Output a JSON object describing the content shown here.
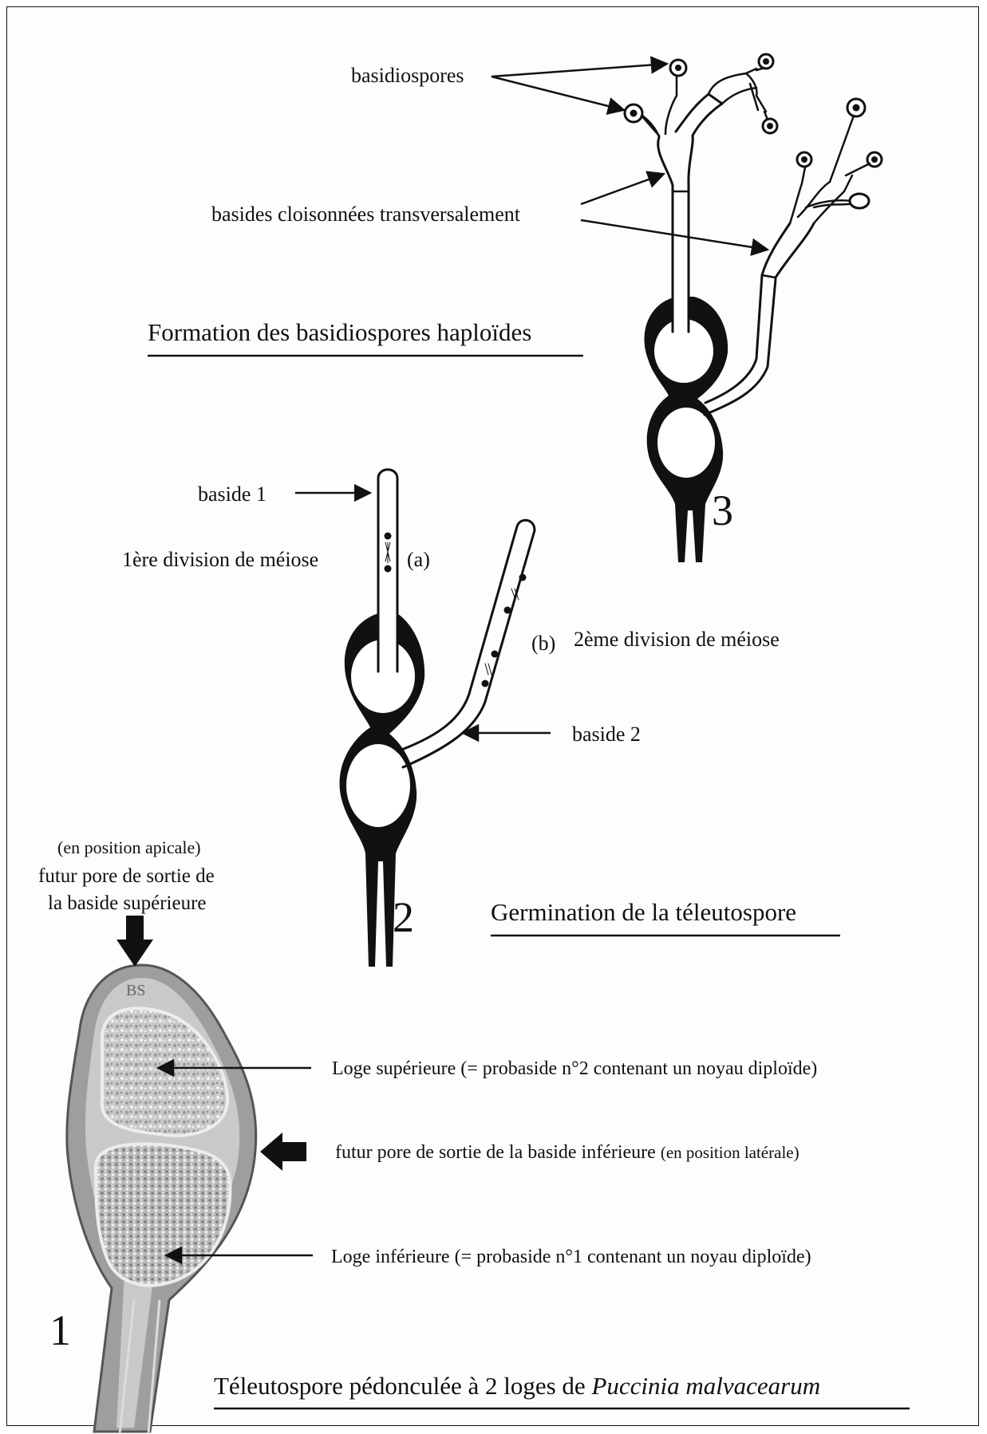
{
  "labels": {
    "basidiospores": "basidiospores",
    "basides_cloisonnees": "basides cloisonnées transversalement",
    "title_formation": "Formation des basidiospores haploïdes",
    "baside1": "baside 1",
    "premiere_division": "1ère division de méiose",
    "a": "(a)",
    "b": "(b)",
    "deuxieme_division": "2ème division de méiose",
    "baside2": "baside 2",
    "title_germination": "Germination de la téleutospore",
    "en_position_apicale": "(en position apicale)",
    "futur_pore_sup_line1": "futur pore de sortie de",
    "futur_pore_sup_line2": "la baside supérieure",
    "loge_superieure": "Loge supérieure (= probaside n°2 contenant un noyau diploïde)",
    "futur_pore_inf": "futur pore de sortie de la baside inférieure",
    "en_position_laterale": "(en position latérale)",
    "loge_inferieure": "Loge inférieure (= probaside n°1 contenant un noyau diploïde)",
    "title_teleutospore_prefix": "Téleutospore pédonculée  à 2 loges de ",
    "title_teleutospore_species": "Puccinia malvacearum"
  },
  "stage_numbers": {
    "stage1": "1",
    "stage2": "2",
    "stage3": "3"
  },
  "colors": {
    "ink": "#111111",
    "photo_gray": "#9a9a9a",
    "background": "#fdfdfd"
  }
}
